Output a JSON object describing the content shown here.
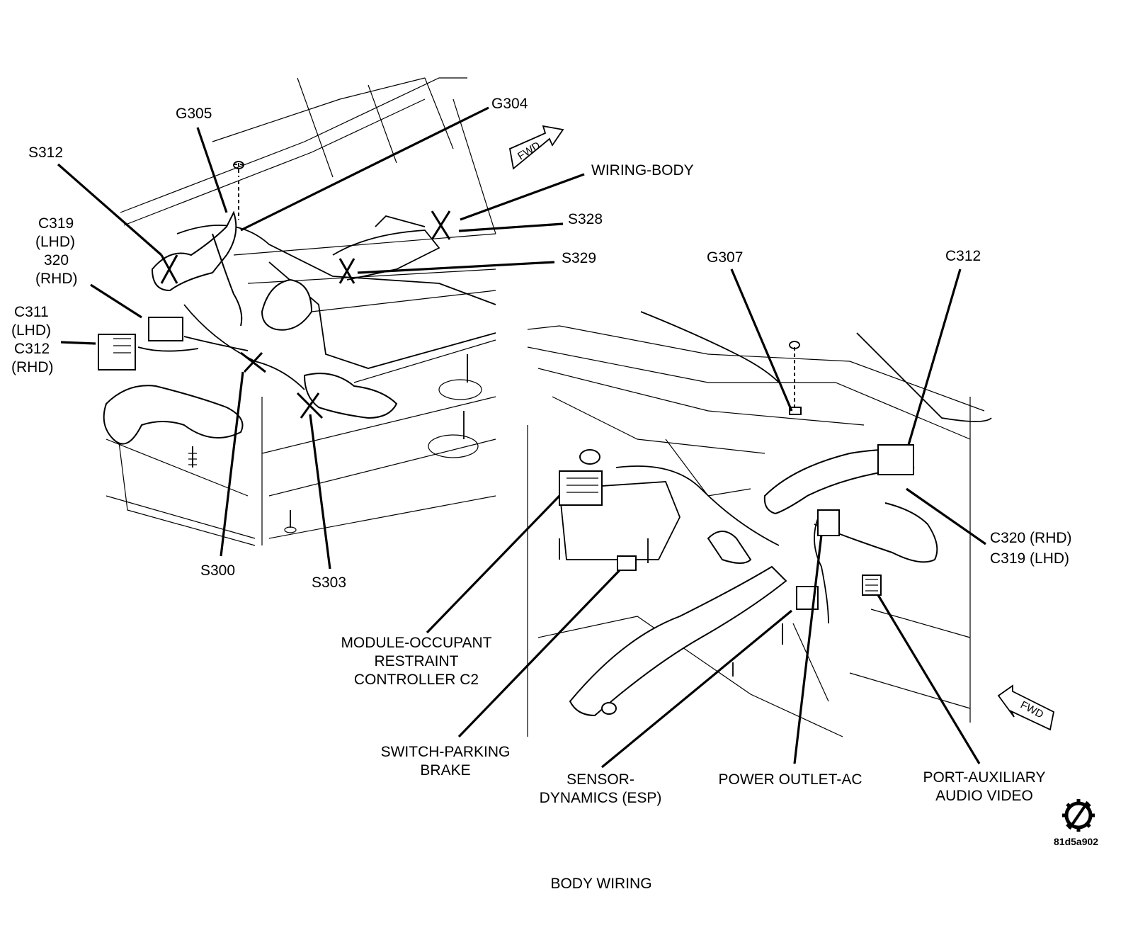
{
  "figure": {
    "caption": "BODY WIRING",
    "figure_code": "81d5a902",
    "direction_marker_text": "FWD"
  },
  "left_view": {
    "labels": {
      "s312": "S312",
      "g305": "G305",
      "g304": "G304",
      "wiring_body": "WIRING-BODY",
      "s328": "S328",
      "s329": "S329",
      "c319_320": [
        "C319",
        "(LHD)",
        "320",
        "(RHD)"
      ],
      "c311_c312": [
        "C311",
        "(LHD)",
        "C312",
        "(RHD)"
      ],
      "s300": "S300",
      "s303": "S303"
    }
  },
  "right_view": {
    "labels": {
      "g307": "G307",
      "c312": "C312",
      "c320_c319": [
        "C320 (RHD)",
        "C319 (LHD)"
      ],
      "module_occupant": [
        "MODULE-OCCUPANT",
        "RESTRAINT",
        "CONTROLLER C2"
      ],
      "switch_parking": [
        "SWITCH-PARKING",
        "BRAKE"
      ],
      "sensor_dynamics": [
        "SENSOR-",
        "DYNAMICS (ESP)"
      ],
      "power_outlet": "POWER OUTLET-AC",
      "port_auxiliary": [
        "PORT-AUXILIARY",
        "AUDIO VIDEO"
      ]
    }
  }
}
